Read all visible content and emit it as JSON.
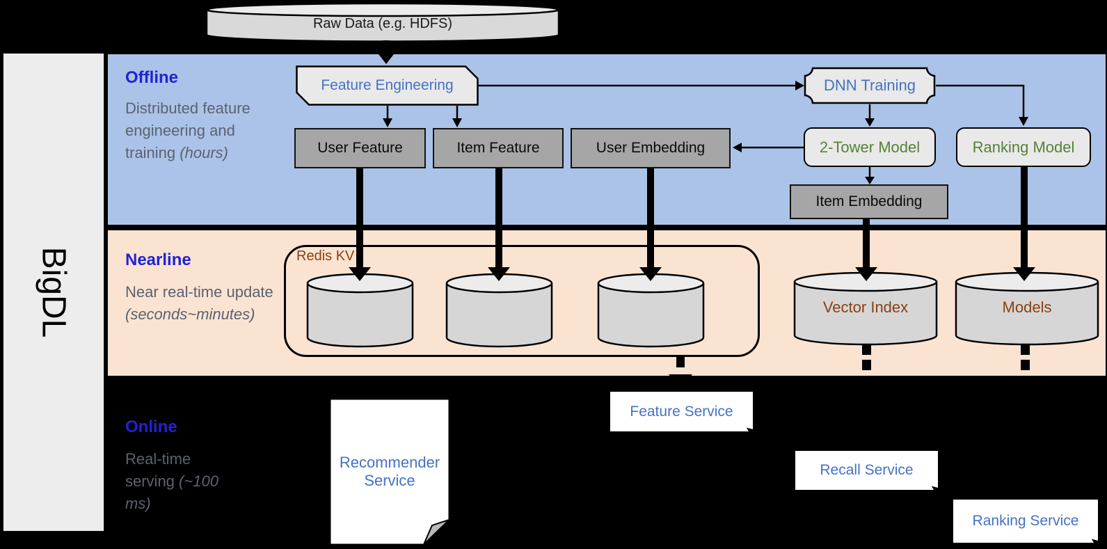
{
  "diagram": {
    "brand": "BigDL",
    "raw_data_label": "Raw Data (e.g. HDFS)",
    "bands": {
      "offline": {
        "title": "Offline",
        "desc": "Distributed feature engineering and training",
        "desc_italic": "(hours)"
      },
      "nearline": {
        "title": "Nearline",
        "desc": "Near real-time update",
        "desc_italic": "(seconds~minutes)"
      },
      "online": {
        "title": "Online",
        "desc": "Real-time serving",
        "desc_italic": "(~100 ms)"
      }
    },
    "nodes": {
      "feature_engineering": "Feature Engineering",
      "dnn_training": "DNN Training",
      "user_feature": "User Feature",
      "item_feature": "Item Feature",
      "user_embedding": "User Embedding",
      "two_tower_model": "2-Tower Model",
      "ranking_model": "Ranking Model",
      "item_embedding": "Item Embedding",
      "redis_kv": "Redis KV",
      "vector_index": "Vector Index",
      "models": "Models",
      "recommender_service": "Recommender Service",
      "feature_service": "Feature Service",
      "recall_service": "Recall Service",
      "ranking_service": "Ranking Service"
    },
    "colors": {
      "offline_band": "#abc3e8",
      "nearline_band": "#fbe3d2",
      "online_band": "#000000",
      "band_title_blue": "#2222d4",
      "description_gray": "#5a6270",
      "node_text_blue": "#4472c4",
      "node_text_green": "#548235",
      "node_text_brown": "#8a4010",
      "gray_box_fill": "#a6a6a6",
      "light_box_fill": "#e9e9e9",
      "cylinder_fill": "#d6d6d6",
      "sidebar_fill": "#ededed",
      "background": "#000000"
    }
  }
}
